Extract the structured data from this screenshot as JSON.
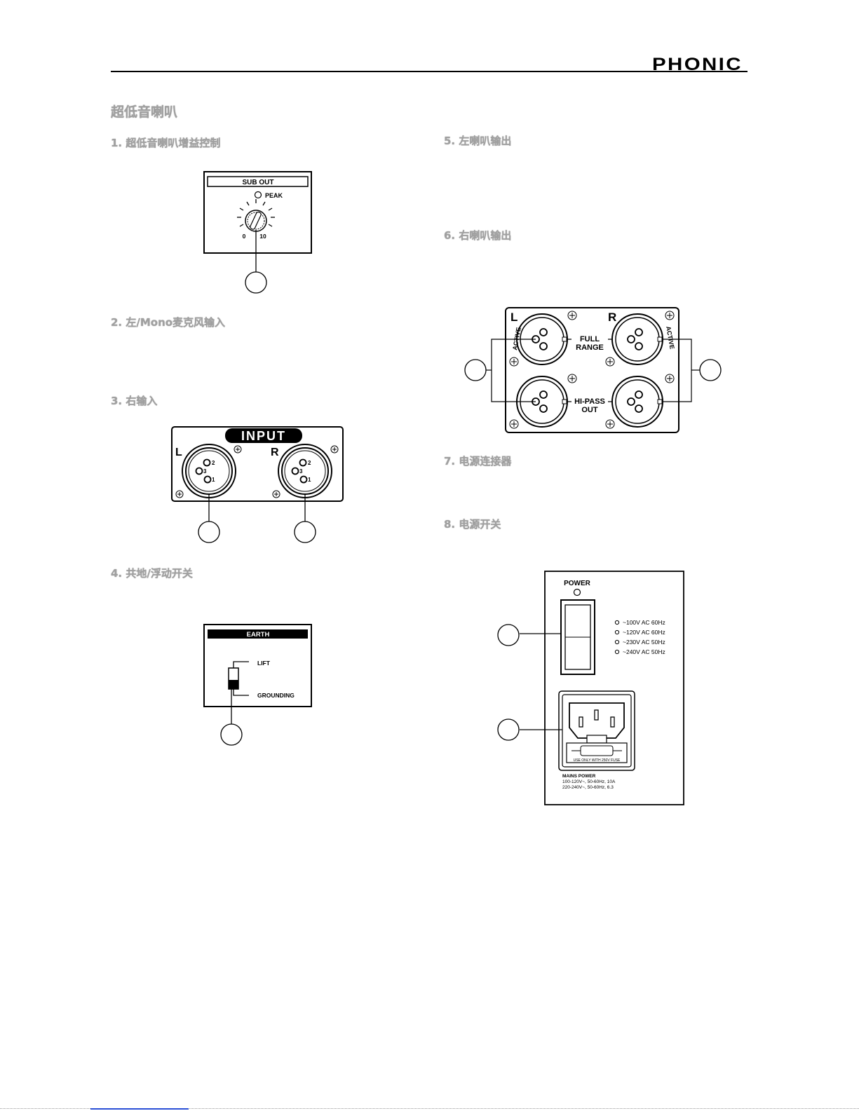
{
  "brand": "PHONIC",
  "section_title": "超低音喇叭",
  "items": {
    "i1": "1. 超低音喇叭增益控制",
    "i2": "2. 左/Mono麦克风输入",
    "i3": "3. 右输入",
    "i4": "4. 共地/浮动开关",
    "i5": "5. 左喇叭输出",
    "i6": "6. 右喇叭输出",
    "i7": "7. 电源连接器",
    "i8": "8. 电源开关"
  },
  "sub_out": {
    "title": "SUB OUT",
    "peak": "PEAK",
    "min": "0",
    "max": "10"
  },
  "input_panel": {
    "title": "INPUT",
    "left": "L",
    "right": "R",
    "pins": [
      "2",
      "3",
      "1"
    ]
  },
  "earth": {
    "title": "EARTH",
    "lift": "LIFT",
    "grounding": "GROUNDING"
  },
  "outputs": {
    "left": "L",
    "right": "R",
    "active": "ACTIVE",
    "full1": "FULL",
    "full2": "RANGE",
    "hp1": "HI-PASS",
    "hp2": "OUT"
  },
  "power": {
    "title": "POWER",
    "voltages": [
      "~100V AC 60Hz",
      "~120V AC 60Hz",
      "~230V AC 50Hz",
      "~240V AC 50Hz"
    ],
    "fuse": "USE ONLY WITH 250V FUSE",
    "mains1": "MAINS POWER",
    "mains2": "100-120V~, 50-60Hz, 10A",
    "mains3": "220-240V~, 50-60Hz, 6.3"
  }
}
